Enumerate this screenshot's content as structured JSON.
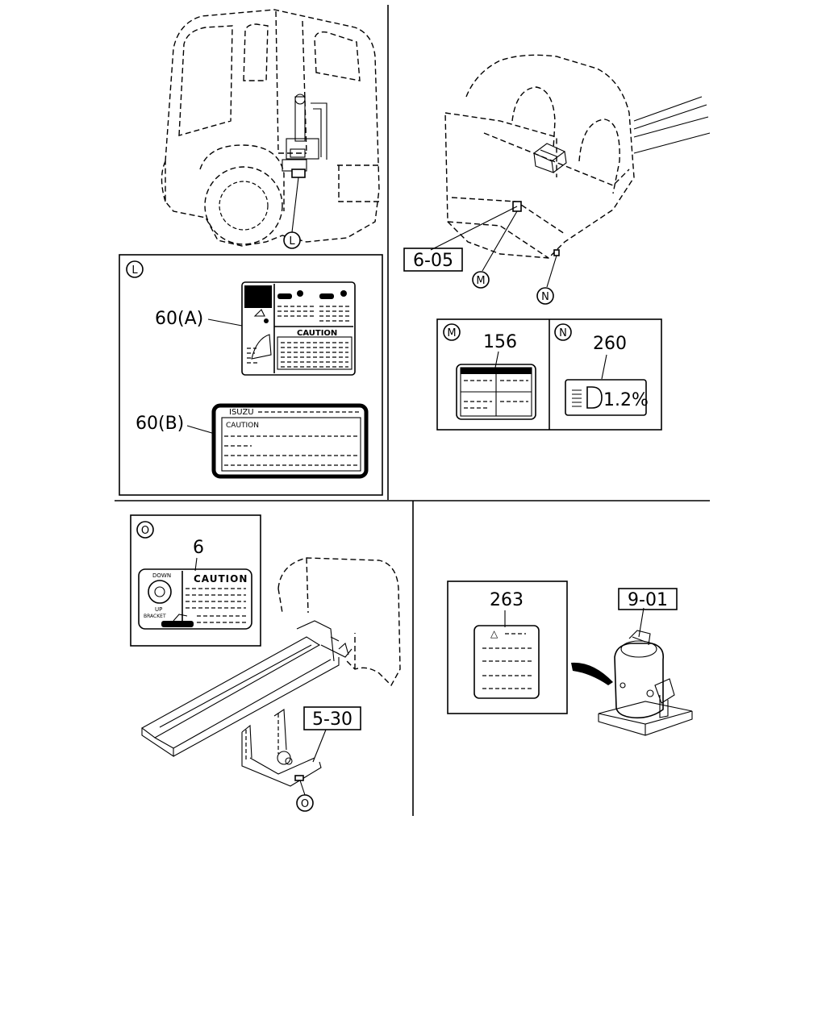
{
  "callouts": {
    "l": "L",
    "m": "M",
    "n": "N",
    "o": "O"
  },
  "part_numbers": {
    "p60a": "60(A)",
    "p60b": "60(B)",
    "p156": "156",
    "p260": "260",
    "p6": "6",
    "p263": "263"
  },
  "section_refs": {
    "r605": "6-05",
    "r530": "5-30",
    "r901": "9-01"
  },
  "label_texts": {
    "caution": "CAUTION",
    "caution_a": "CAUTION",
    "caution_b": "CAUTION",
    "isuzu": "ISUZU",
    "headlamp_value": "1.2%",
    "down": "DOWN",
    "up": "UP",
    "bracket": "BRACKET",
    "warning_symbol": "△"
  }
}
